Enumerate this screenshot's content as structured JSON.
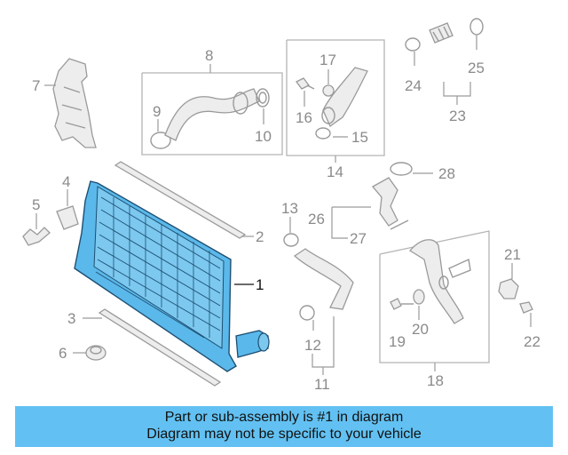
{
  "diagram": {
    "callouts": {
      "c1": "1",
      "c2": "2",
      "c3": "3",
      "c4": "4",
      "c5": "5",
      "c6": "6",
      "c7": "7",
      "c8": "8",
      "c9": "9",
      "c10": "10",
      "c11": "11",
      "c12": "12",
      "c13": "13",
      "c14": "14",
      "c15": "15",
      "c16": "16",
      "c17": "17",
      "c18": "18",
      "c19": "19",
      "c20": "20",
      "c21": "21",
      "c22": "22",
      "c23": "23",
      "c24": "24",
      "c25": "25",
      "c26": "26",
      "c27": "27",
      "c28": "28"
    },
    "highlight_color": "#5bb8ea",
    "line_color": "#9a9a9a"
  },
  "banner": {
    "line1": "Part or sub-assembly is #1 in diagram",
    "line2": "Diagram may not be specific to your vehicle",
    "color": "#62c1f2"
  }
}
